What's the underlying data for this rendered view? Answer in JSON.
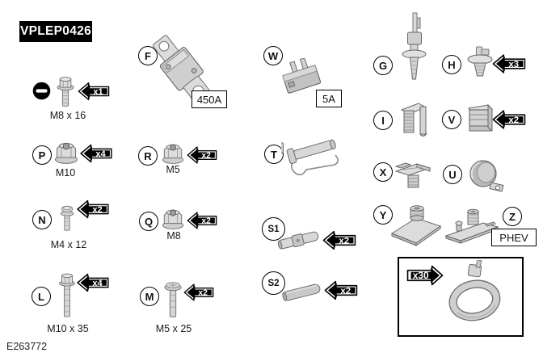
{
  "header": {
    "kit_code": "VPLEP0426"
  },
  "footer": {
    "figure_code": "E263772"
  },
  "items": {
    "blanking_bolt": {
      "qty": "x1",
      "size": "M8 x 16"
    },
    "p": {
      "letter": "P",
      "qty": "x4",
      "size": "M10"
    },
    "n": {
      "letter": "N",
      "qty": "x2",
      "size": "M4 x 12"
    },
    "l": {
      "letter": "L",
      "qty": "x4",
      "size": "M10 x 35"
    },
    "f": {
      "letter": "F",
      "rating": "450A"
    },
    "r": {
      "letter": "R",
      "qty": "x2",
      "size": "M5"
    },
    "q": {
      "letter": "Q",
      "qty": "x2",
      "size": "M8"
    },
    "m": {
      "letter": "M",
      "qty": "x2",
      "size": "M5 x 25"
    },
    "w": {
      "letter": "W",
      "rating": "5A"
    },
    "t": {
      "letter": "T"
    },
    "s1": {
      "letter": "S1",
      "qty": "x2"
    },
    "s2": {
      "letter": "S2",
      "qty": "x2"
    },
    "g": {
      "letter": "G"
    },
    "h": {
      "letter": "H",
      "qty": "x3"
    },
    "i": {
      "letter": "I"
    },
    "v": {
      "letter": "V",
      "qty": "x2"
    },
    "x": {
      "letter": "X"
    },
    "u": {
      "letter": "U"
    },
    "y": {
      "letter": "Y"
    },
    "z": {
      "letter": "Z",
      "variant": "PHEV"
    },
    "cable_tie": {
      "qty": "x30"
    }
  }
}
